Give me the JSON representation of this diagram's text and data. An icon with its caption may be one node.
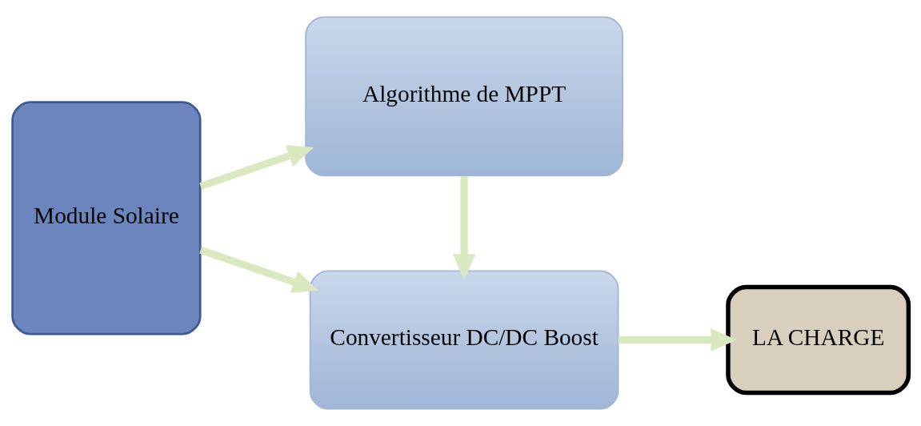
{
  "diagram": {
    "nodes": [
      {
        "text": [
          "Module Solaire"
        ]
      },
      {
        "text": [
          "Convertisseur DC/DC Boost"
        ]
      },
      {
        "text": [
          "LA CHARGE"
        ]
      },
      {
        "text": [
          "Algorithme de MPPT"
        ]
      }
    ],
    "edges": [
      {
        "from": 0,
        "to": 1,
        "arrow": "to"
      },
      {
        "from": 1,
        "to": 2,
        "arrow": "to"
      },
      {
        "from": 3,
        "to": 1,
        "arrow": "to"
      },
      {
        "from": 0,
        "to": 3,
        "arrow": "to"
      }
    ]
  }
}
